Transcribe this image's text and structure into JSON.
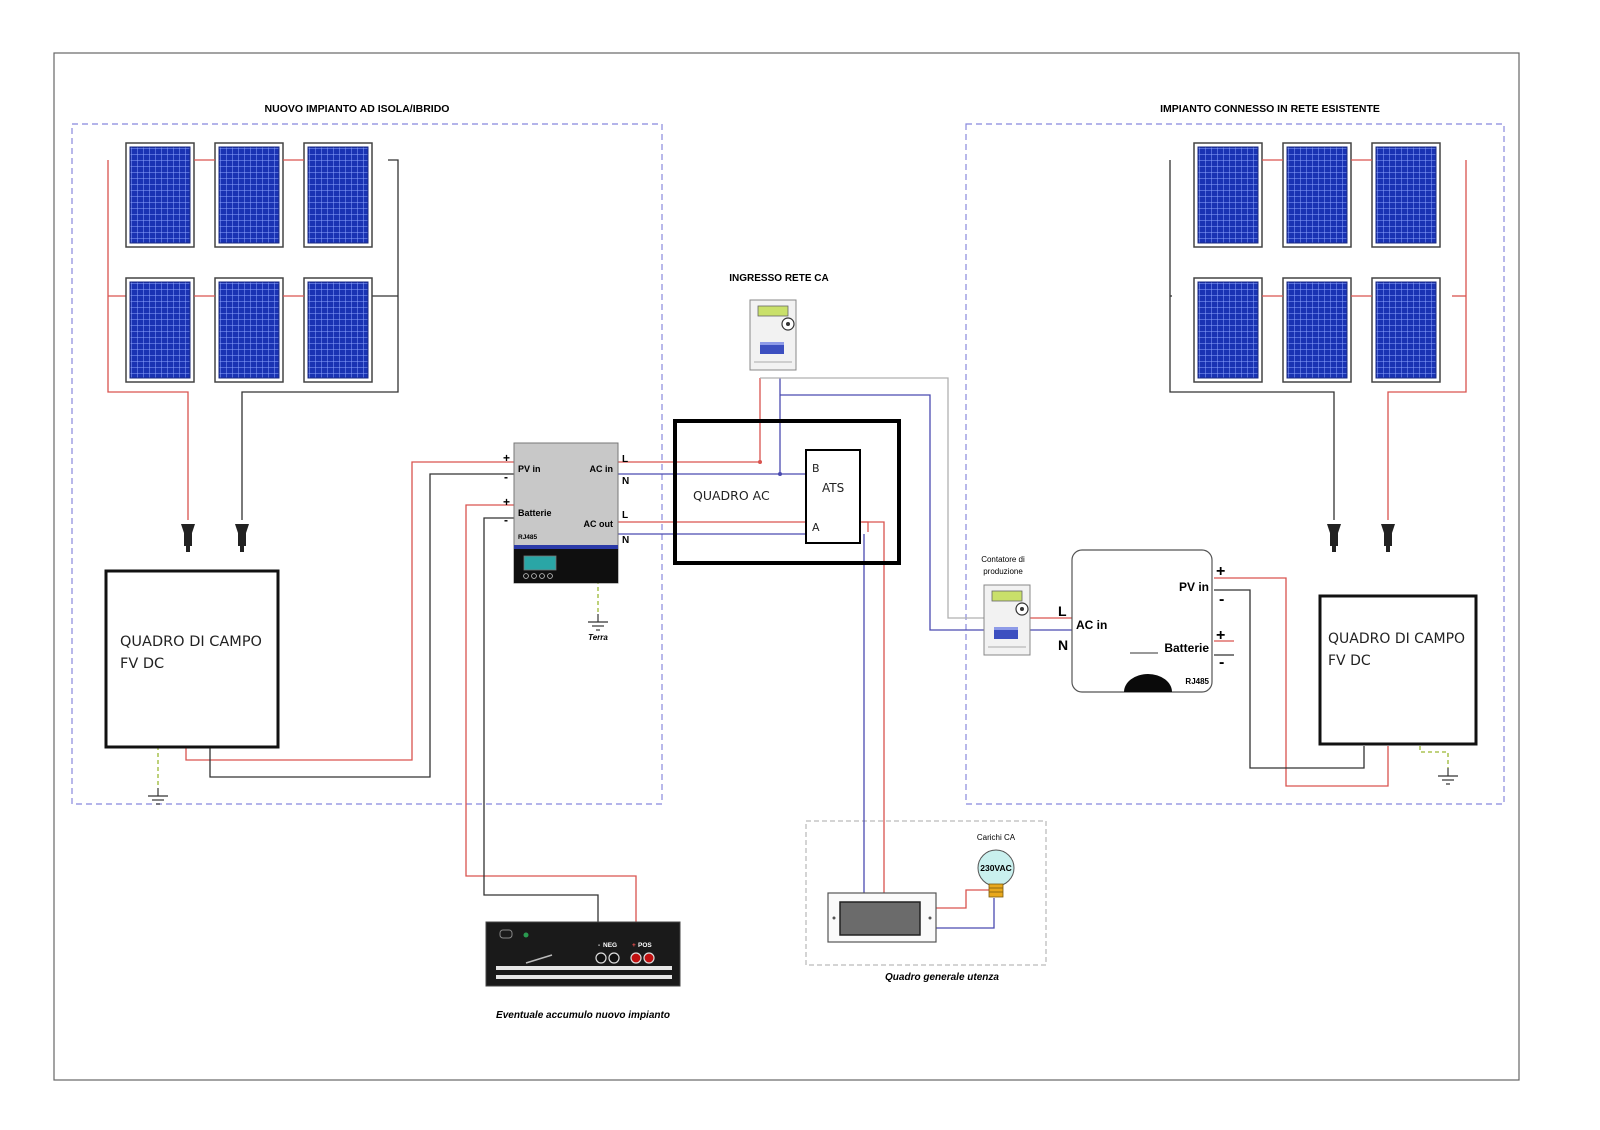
{
  "sections": {
    "left_title": "NUOVO IMPIANTO AD ISOLA/IBRIDO",
    "right_title": "IMPIANTO CONNESSO IN RETE ESISTENTE"
  },
  "combiner_left": {
    "line1": "QUADRO DI CAMPO",
    "line2": "FV DC"
  },
  "combiner_right": {
    "line1": "QUADRO DI CAMPO",
    "line2": "FV DC"
  },
  "hybrid_inverter": {
    "pv_in": "PV in",
    "batterie": "Batterie",
    "rj485": "RJ485",
    "ac_in": "AC in",
    "ac_out": "AC out",
    "plus": "+",
    "minus": "-",
    "l": "L",
    "n": "N",
    "terra": "Terra"
  },
  "grid": {
    "title": "INGRESSO RETE CA"
  },
  "quadro_ac": {
    "label": "QUADRO AC",
    "ats": "ATS",
    "b": "B",
    "a": "A"
  },
  "contatore": {
    "line1": "Contatore di",
    "line2": "produzione"
  },
  "grid_inverter": {
    "pv_in": "PV in",
    "ac_in": "AC in",
    "batterie": "Batterie",
    "rj485": "RJ485",
    "l": "L",
    "n": "N",
    "plus": "+",
    "minus": "-"
  },
  "battery": {
    "neg": "NEG",
    "pos": "POS",
    "caption": "Eventuale accumulo nuovo impianto"
  },
  "loads": {
    "title": "Carichi CA",
    "voltage": "230VAC",
    "caption": "Quadro generale utenza"
  },
  "colors": {
    "red_wire": "#d9534f",
    "black_wire": "#333333",
    "blue_wire": "#4a4ab0",
    "dashed": "#8888dd",
    "panel_cell": "#1a33b3",
    "ground": "#9ab832"
  }
}
